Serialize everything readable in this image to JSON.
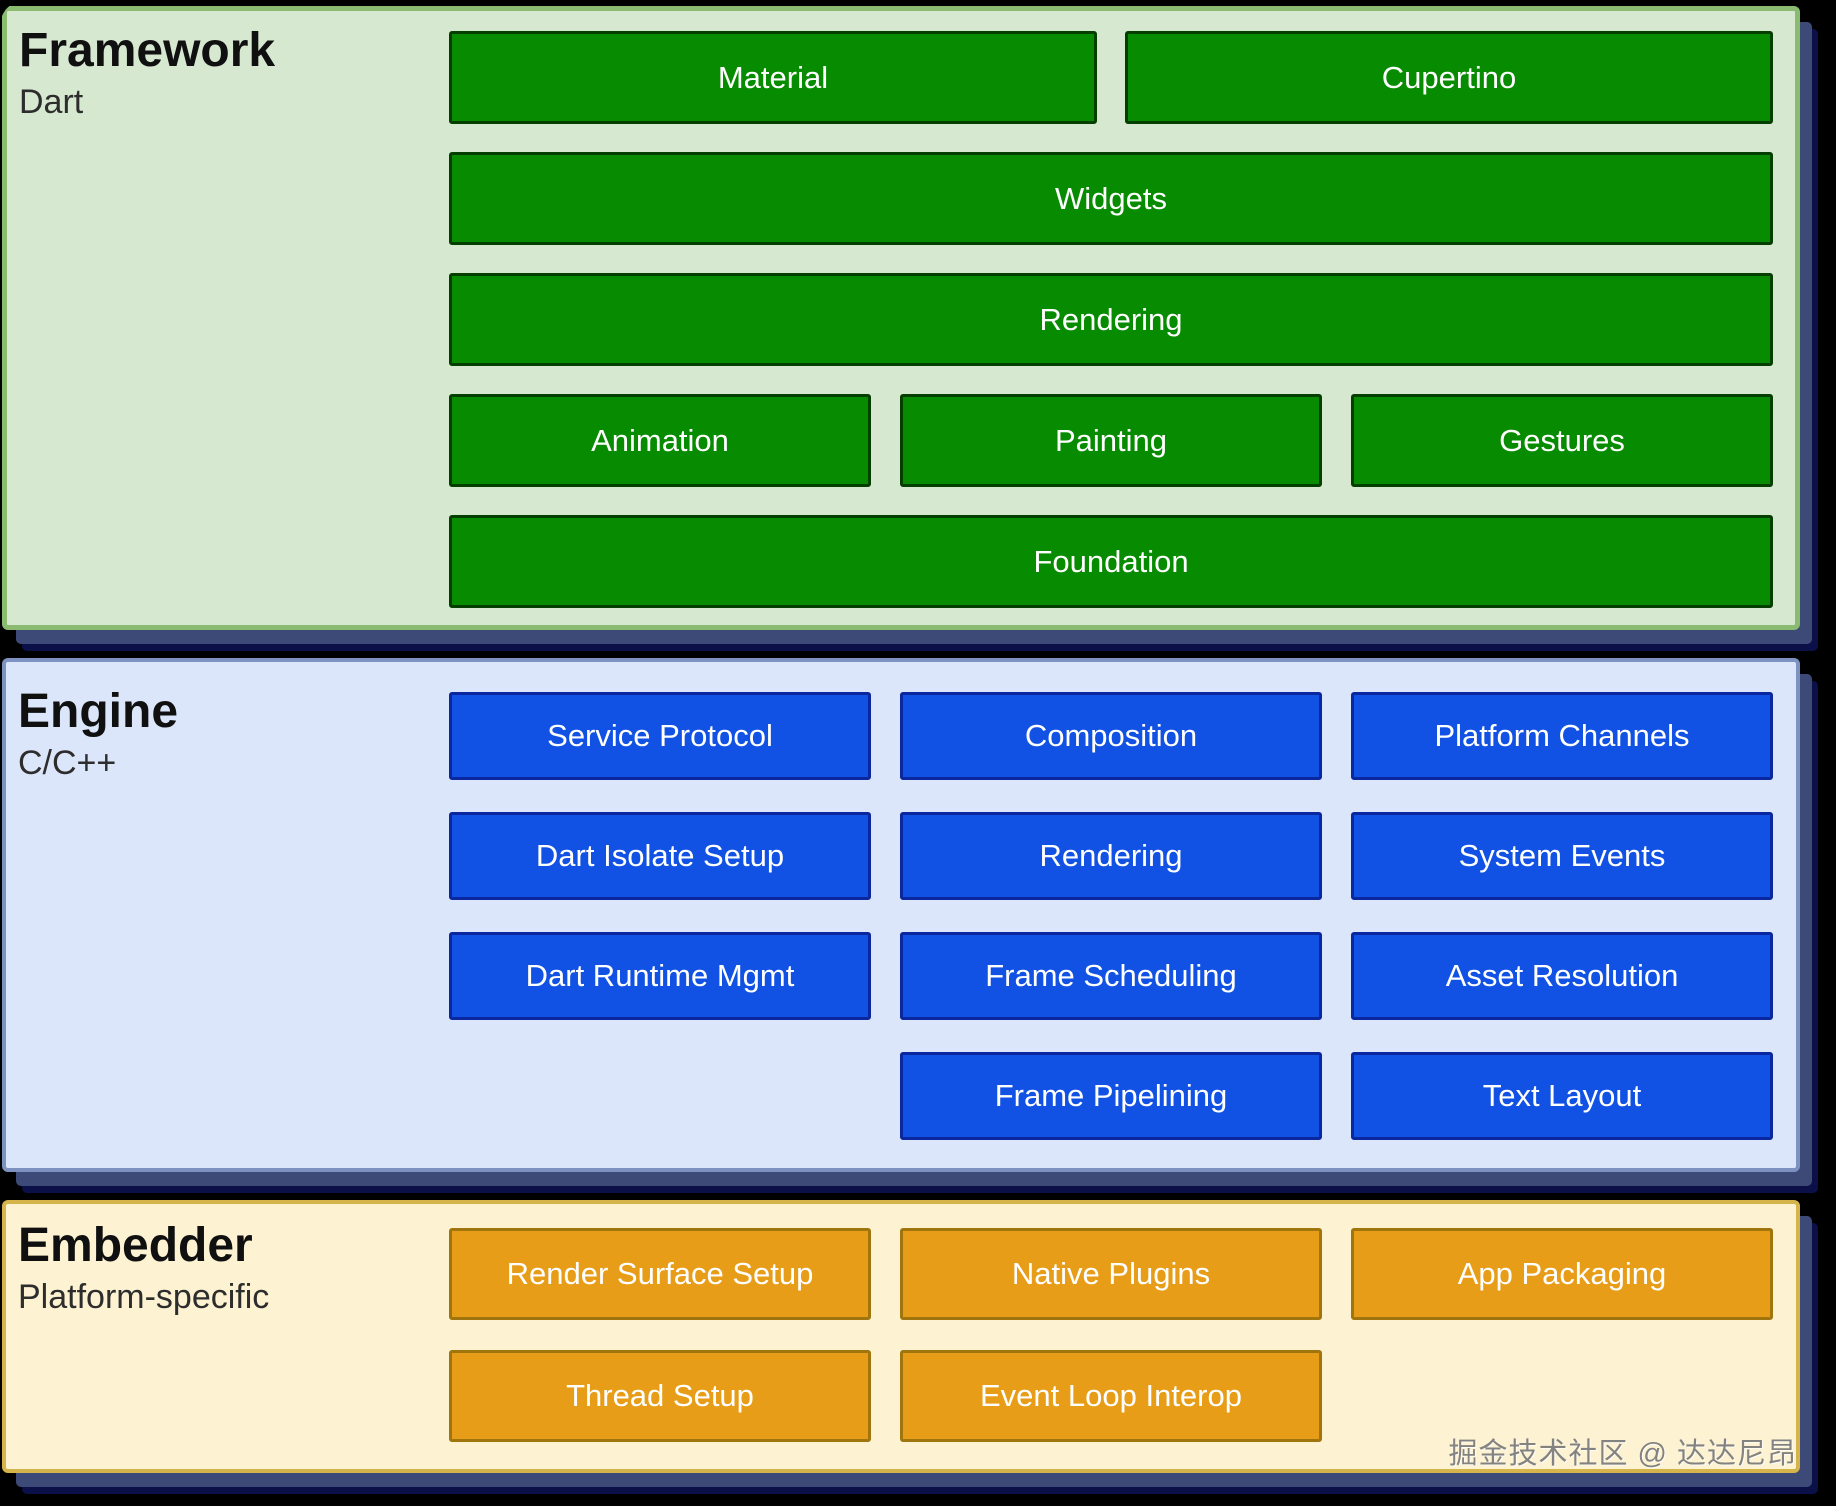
{
  "layers": {
    "framework": {
      "title": "Framework",
      "subtitle": "Dart",
      "boxes": [
        "Material",
        "Cupertino",
        "Widgets",
        "Rendering",
        "Animation",
        "Painting",
        "Gestures",
        "Foundation"
      ]
    },
    "engine": {
      "title": "Engine",
      "subtitle": "C/C++",
      "boxes": [
        "Service Protocol",
        "Composition",
        "Platform Channels",
        "Dart Isolate Setup",
        "Rendering",
        "System Events",
        "Dart Runtime Mgmt",
        "Frame Scheduling",
        "Asset Resolution",
        "Frame Pipelining",
        "Text Layout"
      ]
    },
    "embedder": {
      "title": "Embedder",
      "subtitle": "Platform-specific",
      "boxes": [
        "Render Surface Setup",
        "Native Plugins",
        "App Packaging",
        "Thread Setup",
        "Event Loop Interop"
      ]
    }
  },
  "watermark": {
    "text": "掘金技术社区 @ 达达尼昂"
  },
  "colors": {
    "framework_bg": "#d7e8d1",
    "framework_border": "#8abb70",
    "framework_box": "#078b00",
    "framework_box_border": "#053f00",
    "engine_bg": "#dce6fa",
    "engine_border": "#7e92c2",
    "engine_box": "#1152e4",
    "engine_box_border": "#0a27a0",
    "embedder_bg": "#fdf3d2",
    "embedder_border": "#d6b44c",
    "embedder_box": "#e79d17",
    "embedder_box_border": "#a1750e",
    "shadow_slate": "#3d4a78",
    "shadow_navy": "#0b1048",
    "box_text": "#ffffff",
    "background": "#000000"
  }
}
